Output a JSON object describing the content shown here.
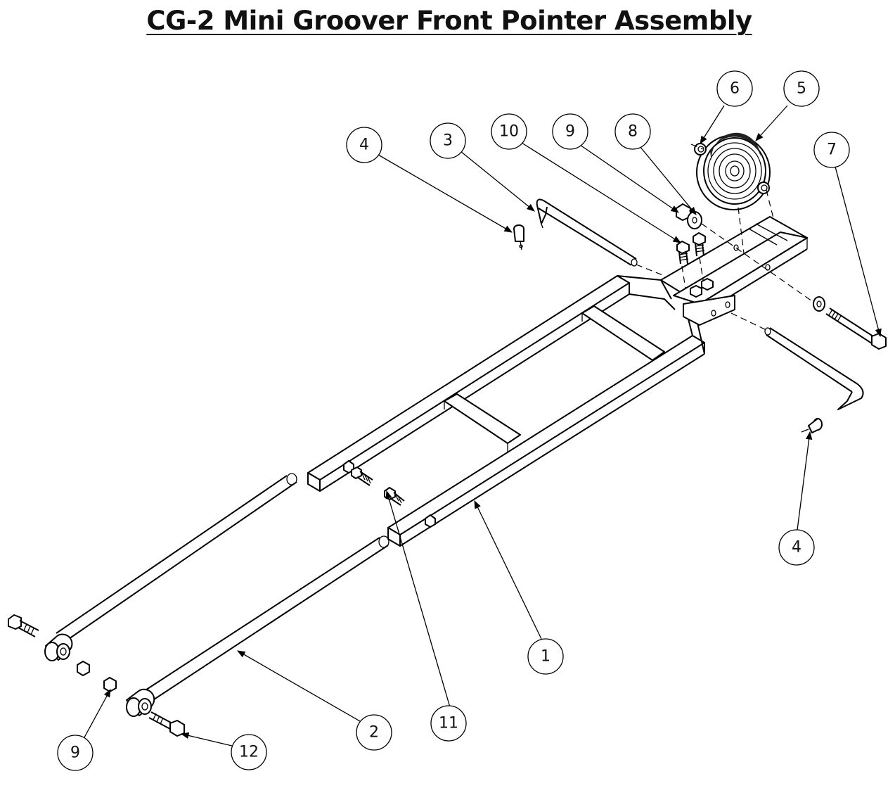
{
  "title": "CG-2 Mini Groover Front Pointer Assembly",
  "callouts": [
    "1",
    "2",
    "3",
    "4",
    "4",
    "5",
    "6",
    "7",
    "8",
    "9",
    "9",
    "10",
    "11",
    "12"
  ]
}
